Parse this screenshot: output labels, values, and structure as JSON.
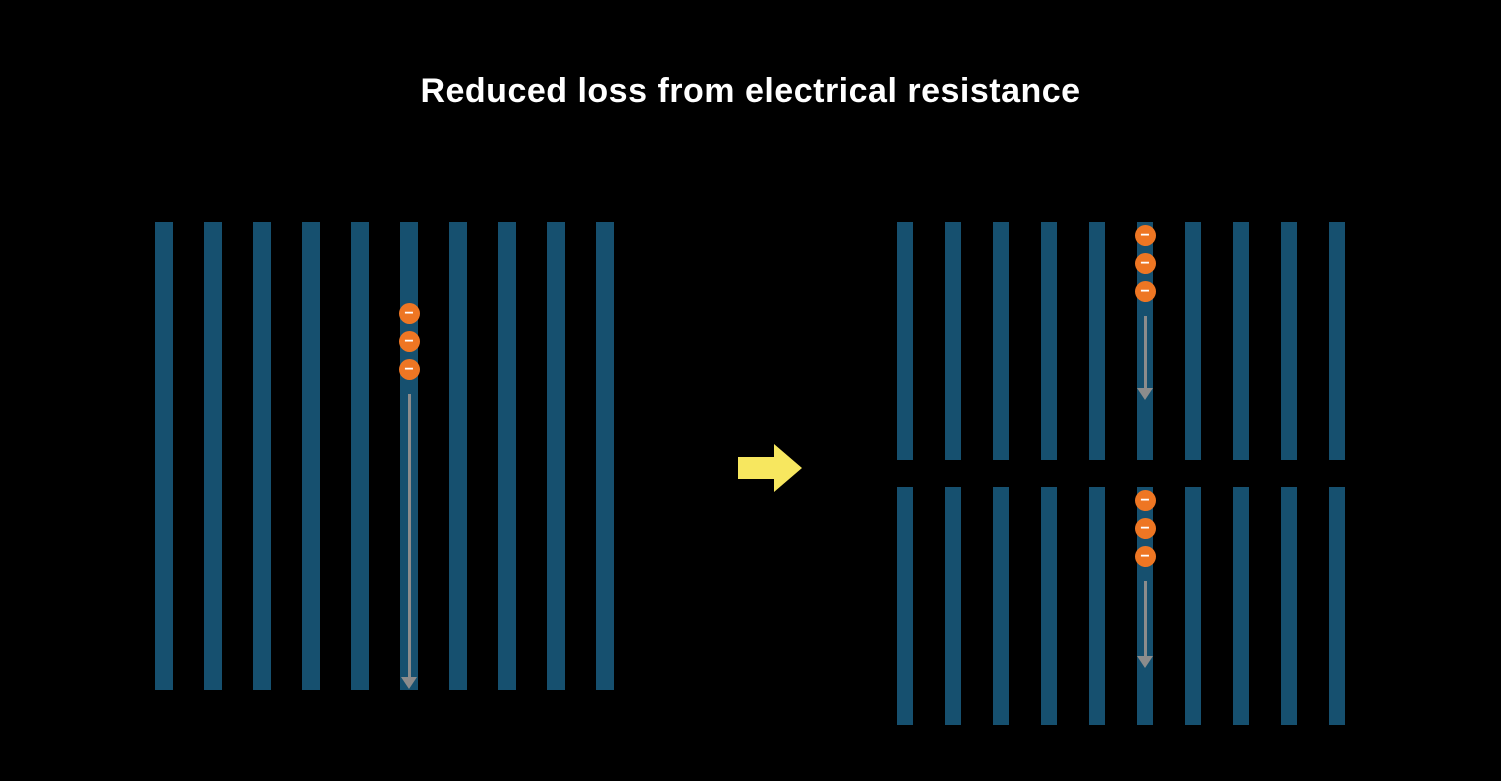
{
  "title": "Reduced loss from electrical resistance",
  "electron_symbol": "−",
  "colors": {
    "background": "#000000",
    "title": "#ffffff",
    "bar": "#16506f",
    "electron": "#ee7623",
    "electron_symbol": "#ffffff",
    "flow_arrow": "#8c8c8c",
    "transition_arrow": "#f7e75f"
  },
  "icons": {
    "electron": "minus-circle",
    "flow": "down-arrow",
    "transition": "right-block-arrow"
  },
  "panels": {
    "full_cell": {
      "groups": [
        {
          "bar_count": 10,
          "electron_bar_index": 5,
          "electron_count": 3
        }
      ]
    },
    "half_cell": {
      "groups": [
        {
          "bar_count": 10,
          "electron_bar_index": 5,
          "electron_count": 3
        },
        {
          "bar_count": 10,
          "electron_bar_index": 5,
          "electron_count": 3
        }
      ]
    }
  }
}
